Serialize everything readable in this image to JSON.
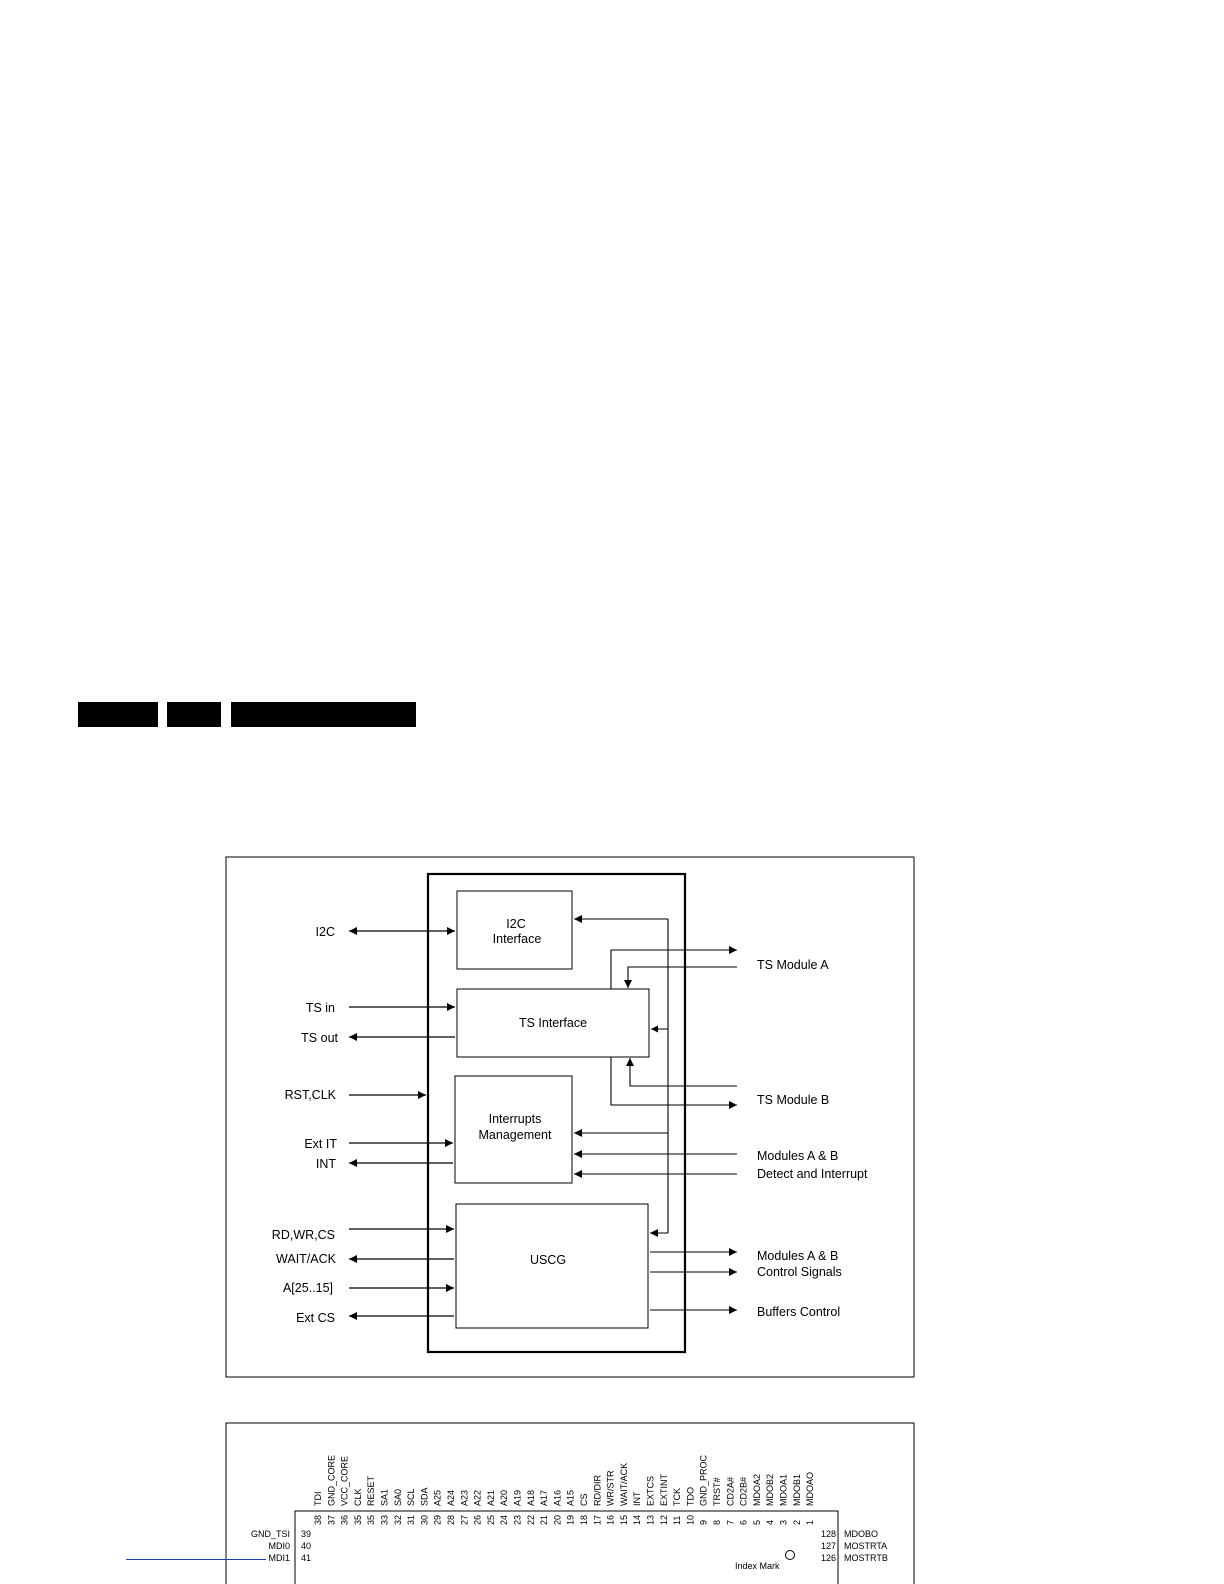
{
  "header": {
    "bars": [
      "",
      "",
      ""
    ]
  },
  "block_diagram": {
    "blocks": {
      "i2c": {
        "line1": "I2C",
        "line2": "Interface"
      },
      "ts": {
        "label": "TS Interface"
      },
      "interrupts": {
        "line1": "Interrupts",
        "line2": "Management"
      },
      "uscg": {
        "label": "USCG"
      }
    },
    "left_signals": {
      "i2c": "I2C",
      "ts_in": "TS in",
      "ts_out": "TS out",
      "rst_clk": "RST,CLK",
      "ext_it": "Ext IT",
      "int": "INT",
      "rd_wr_cs": "RD,WR,CS",
      "wait_ack": "WAIT/ACK",
      "addr": "A[25..15]",
      "ext_cs": "Ext CS"
    },
    "right_signals": {
      "ts_module_a": "TS Module A",
      "ts_module_b": "TS Module B",
      "modules_ab": "Modules A & B",
      "detect_interrupt": "Detect and Interrupt",
      "modules_ab_ctrl": "Modules A & B",
      "control_signals": "Control Signals",
      "buffers_control": "Buffers Control"
    }
  },
  "pinout": {
    "top_pins": [
      {
        "name": "TDI",
        "num": "38"
      },
      {
        "name": "GND_CORE",
        "num": "37"
      },
      {
        "name": "VCC_CORE",
        "num": "36"
      },
      {
        "name": "CLK",
        "num": "35"
      },
      {
        "name": "RESET",
        "num": "35"
      },
      {
        "name": "SA1",
        "num": "33"
      },
      {
        "name": "SA0",
        "num": "32"
      },
      {
        "name": "SCL",
        "num": "31"
      },
      {
        "name": "SDA",
        "num": "30"
      },
      {
        "name": "A25",
        "num": "29"
      },
      {
        "name": "A24",
        "num": "28"
      },
      {
        "name": "A23",
        "num": "27"
      },
      {
        "name": "A22",
        "num": "26"
      },
      {
        "name": "A21",
        "num": "25"
      },
      {
        "name": "A20",
        "num": "24"
      },
      {
        "name": "A19",
        "num": "23"
      },
      {
        "name": "A18",
        "num": "22"
      },
      {
        "name": "A17",
        "num": "21"
      },
      {
        "name": "A16",
        "num": "20"
      },
      {
        "name": "A15",
        "num": "19"
      },
      {
        "name": "CS",
        "num": "18"
      },
      {
        "name": "RD/DIR",
        "num": "17"
      },
      {
        "name": "WR/STR",
        "num": "16"
      },
      {
        "name": "WAIT/ACK",
        "num": "15"
      },
      {
        "name": "INT",
        "num": "14"
      },
      {
        "name": "EXTCS",
        "num": "13"
      },
      {
        "name": "EXTINT",
        "num": "12"
      },
      {
        "name": "TCK",
        "num": "11"
      },
      {
        "name": "TDO",
        "num": "10"
      },
      {
        "name": "GND_PROC",
        "num": "9"
      },
      {
        "name": "TRST#",
        "num": "8"
      },
      {
        "name": "CD2A#",
        "num": "7"
      },
      {
        "name": "CD2B#",
        "num": "6"
      },
      {
        "name": "MDOA2",
        "num": "5"
      },
      {
        "name": "MDOB2",
        "num": "4"
      },
      {
        "name": "MDOA1",
        "num": "3"
      },
      {
        "name": "MDOB1",
        "num": "2"
      },
      {
        "name": "MDOAO",
        "num": "1"
      }
    ],
    "left_pins": [
      {
        "name": "GND_TSI",
        "num": "39"
      },
      {
        "name": "MDI0",
        "num": "40"
      },
      {
        "name": "MDI1",
        "num": "41"
      }
    ],
    "right_pins": [
      {
        "name": "MDOBO",
        "num": "128"
      },
      {
        "name": "MOSTRTA",
        "num": "127"
      },
      {
        "name": "MOSTRTB",
        "num": "126"
      }
    ],
    "index_mark": "Index Mark"
  }
}
